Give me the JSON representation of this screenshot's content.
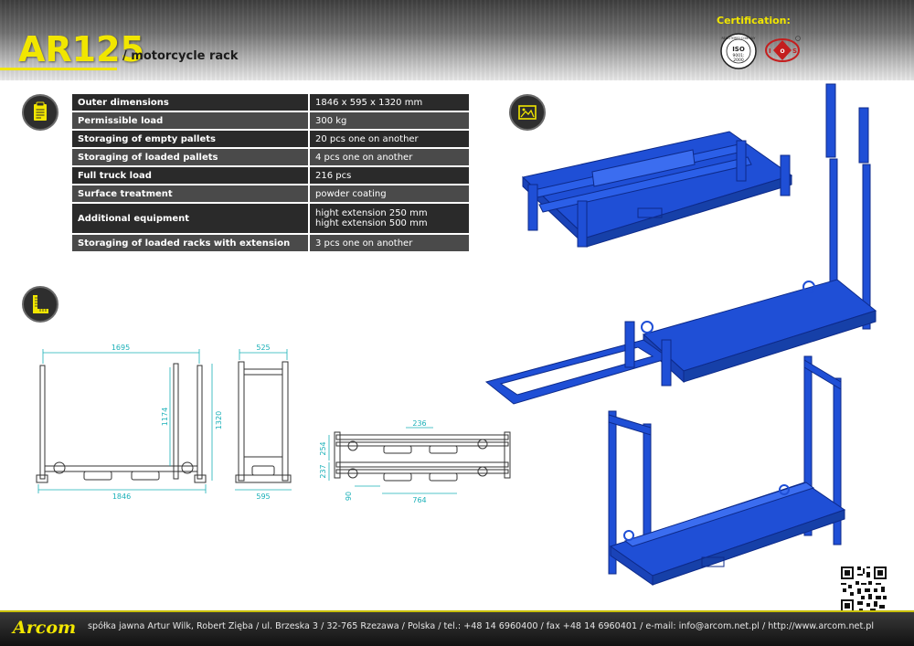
{
  "header": {
    "title": "AR125",
    "subtitle": "/ motorcycle rack",
    "certification_label": "Certification:",
    "iso_seal": {
      "top_text": "REGISTERED COMPANY",
      "mark": "ISO",
      "std": "9001:",
      "year": "2000"
    },
    "ios_logo": {
      "letters": [
        "I",
        "O",
        "S"
      ]
    }
  },
  "icons": {
    "specs": "clipboard-icon",
    "gallery": "image-icon",
    "drawing": "measure-icon"
  },
  "colors": {
    "accent": "#f1e600",
    "rack_blue": "#1f4fd6",
    "dimension": "#1ab0b8",
    "table_dark": "#2a2a2a",
    "table_light": "#4a4a4a"
  },
  "specs": [
    {
      "label": "Outer dimensions",
      "value": "1846 x 595 x 1320 mm"
    },
    {
      "label": "Permissible load",
      "value": "300 kg"
    },
    {
      "label": "Storaging of empty pallets",
      "value": "20 pcs one on another"
    },
    {
      "label": "Storaging of loaded pallets",
      "value": "4 pcs one on another"
    },
    {
      "label": "Full truck load",
      "value": "216 pcs"
    },
    {
      "label": "Surface treatment",
      "value": "powder coating"
    },
    {
      "label": "Additional equipment",
      "value": "hight extension 250 mm",
      "value2": "hight extension 500 mm"
    },
    {
      "label": "Storaging of loaded racks with extension",
      "value": "3 pcs one on another"
    }
  ],
  "dimensions": {
    "front_width_top": "1695",
    "front_width_bottom": "1846",
    "front_inner_height": "1174",
    "front_height": "1320",
    "side_width_top": "525",
    "side_width_bottom": "595",
    "stack_width_top": "236",
    "stack_h1": "254",
    "stack_h2": "237",
    "stack_bottom_left": "90",
    "stack_bottom": "764"
  },
  "footer": {
    "logo": "Arcom",
    "text": "spółka jawna Artur Wilk, Robert Zięba / ul. Brzeska 3 / 32-765 Rzezawa / Polska / tel.: +48 14 6960400 / fax +48 14 6960401 / e-mail: info@arcom.net.pl / http://www.arcom.net.pl"
  }
}
